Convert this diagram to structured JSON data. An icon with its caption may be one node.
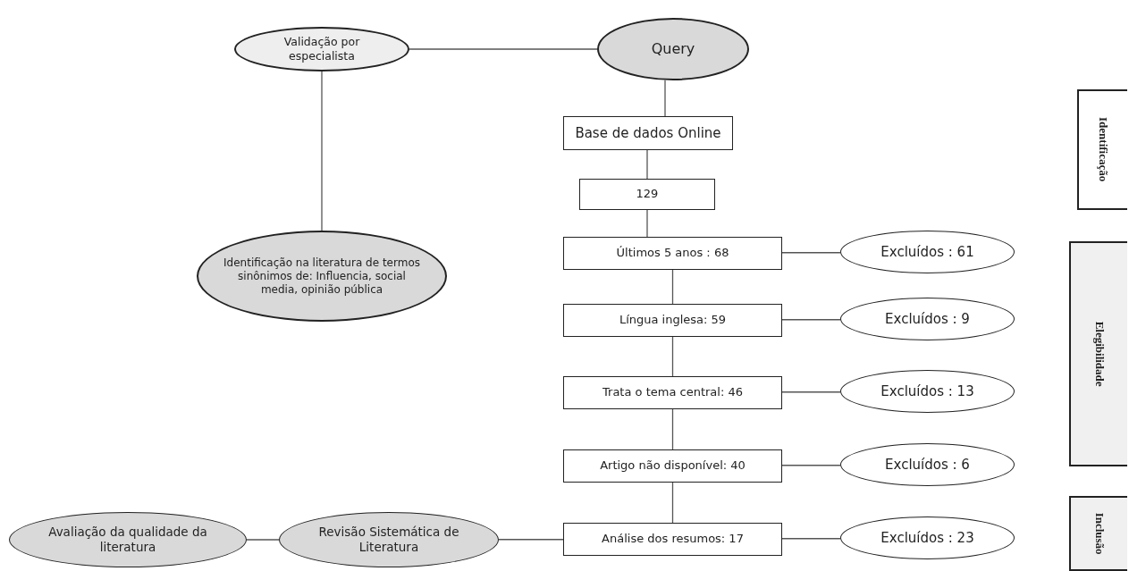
{
  "diagram": {
    "nodes": [
      {
        "text": [
          "Validação por especialista"
        ]
      },
      {
        "text": [
          "Query"
        ]
      },
      {
        "text": [
          "Base de dados Online"
        ]
      },
      {
        "text": [
          "129"
        ]
      },
      {
        "text": [
          "Identificação na literatura de termos sinônimos de: Influencia, social media, opinião pública"
        ]
      },
      {
        "text": [
          "Últimos 5 anos : 68"
        ]
      },
      {
        "text": [
          "Excluídos : 61"
        ]
      },
      {
        "text": [
          "Língua inglesa: 59"
        ]
      },
      {
        "text": [
          "Excluídos : 9"
        ]
      },
      {
        "text": [
          "Trata o tema central:  46"
        ]
      },
      {
        "text": [
          "Excluídos : 13"
        ]
      },
      {
        "text": [
          "Artigo não disponível: 40"
        ]
      },
      {
        "text": [
          "Excluídos : 6"
        ]
      },
      {
        "text": [
          "Avaliação da qualidade da literatura"
        ]
      },
      {
        "text": [
          "Revisão Sistemática de Literatura"
        ]
      },
      {
        "text": [
          "Análise dos resumos: 17"
        ]
      },
      {
        "text": [
          "Excluídos : 23"
        ]
      },
      {
        "text": [
          "Identificação"
        ]
      },
      {
        "text": [
          "Elegibilidade"
        ]
      },
      {
        "text": [
          "Inclusão"
        ]
      }
    ],
    "edges": [
      {
        "from": 0,
        "to": 1,
        "arrow": "none"
      },
      {
        "from": 0,
        "to": 4,
        "arrow": "none"
      },
      {
        "from": 1,
        "to": 2,
        "arrow": "none"
      },
      {
        "from": 2,
        "to": 3,
        "arrow": "none"
      },
      {
        "from": 3,
        "to": 5,
        "arrow": "none"
      },
      {
        "from": 5,
        "to": 6,
        "arrow": "none"
      },
      {
        "from": 5,
        "to": 7,
        "arrow": "none"
      },
      {
        "from": 7,
        "to": 8,
        "arrow": "none"
      },
      {
        "from": 7,
        "to": 9,
        "arrow": "none"
      },
      {
        "from": 9,
        "to": 10,
        "arrow": "none"
      },
      {
        "from": 9,
        "to": 11,
        "arrow": "none"
      },
      {
        "from": 11,
        "to": 12,
        "arrow": "none"
      },
      {
        "from": 11,
        "to": 15,
        "arrow": "none"
      },
      {
        "from": 15,
        "to": 16,
        "arrow": "none"
      },
      {
        "from": 14,
        "to": 15,
        "arrow": "none"
      },
      {
        "from": 13,
        "to": 14,
        "arrow": "none"
      }
    ]
  }
}
